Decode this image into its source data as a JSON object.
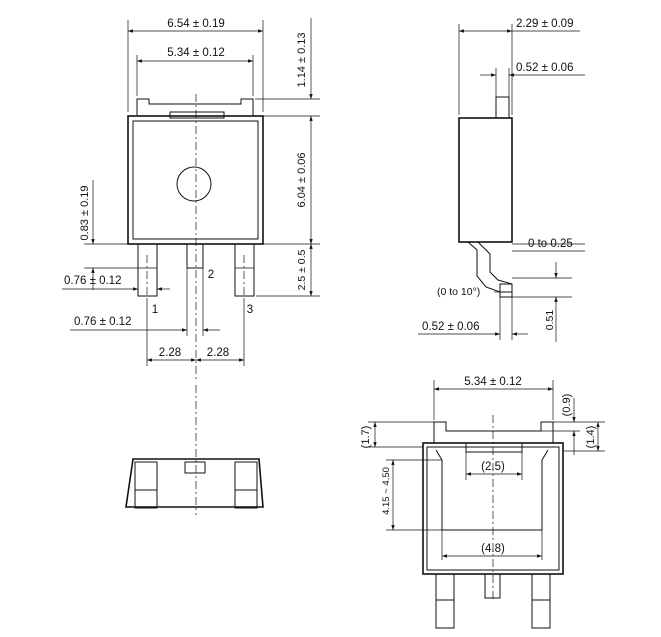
{
  "drawing": {
    "top_view": {
      "overall_width": "6.54 ± 0.19",
      "tab_width": "5.34 ± 0.12",
      "tab_height": "1.14 ± 0.13",
      "body_height": "6.04 ± 0.06",
      "lead_standoff": "0.83 ± 0.19",
      "lead_length": "2.5 ± 0.5",
      "lead_width": "0.76 ± 0.12",
      "center_lead_width": "0.76 ± 0.12",
      "pitch_left": "2.28",
      "pitch_right": "2.28",
      "pins": [
        "1",
        "2",
        "3"
      ]
    },
    "side_view": {
      "thickness": "2.29 ± 0.09",
      "tab_thickness": "0.52 ± 0.06",
      "standoff": "0 to 0.25",
      "bend_angle": "(0 to 10°)",
      "lead_thickness": "0.52 ± 0.06",
      "foot_height": "0.51"
    },
    "bottom_view": {
      "tab_width": "5.34 ± 0.12",
      "top_notch": "(0.9)",
      "left_height": "(1.7)",
      "right_height": "(1.4)",
      "pad_height": "4.15 ~ 4.50",
      "slot_width": "(2.5)",
      "inner_width": "(4.8)"
    }
  }
}
